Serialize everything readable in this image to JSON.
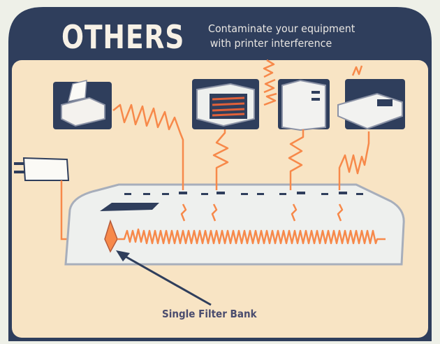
{
  "header": {
    "title": "OTHERS",
    "subtitle_line1": "Contaminate your equipment",
    "subtitle_line2": "with printer interference"
  },
  "callout": {
    "label": "Single Filter Bank"
  },
  "colors": {
    "frame": "#2f3e5c",
    "background": "#f8e4c4",
    "interference": "#f7894a",
    "strip": "#eef0ee"
  }
}
